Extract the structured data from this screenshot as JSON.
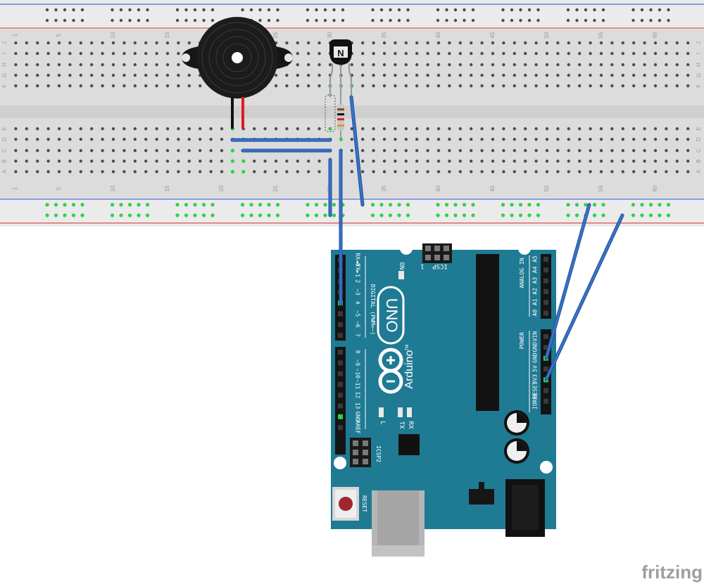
{
  "breadboard": {
    "column_numbers": [
      "1",
      "5",
      "10",
      "15",
      "20",
      "25",
      "30",
      "35",
      "40",
      "45",
      "50",
      "55",
      "60"
    ],
    "row_letters_top": [
      "J",
      "I",
      "H",
      "G",
      "F"
    ],
    "row_letters_bottom": [
      "E",
      "D",
      "C",
      "B",
      "A"
    ]
  },
  "transistor": {
    "label": "N"
  },
  "arduino": {
    "uno_text": "UNO",
    "brand_text": "Arduino",
    "trademark": "TM",
    "on_label": "ON",
    "icsp_label": "ICSP",
    "icsp_pin1": "1",
    "icsp2_label": "ICSP2",
    "digital_label": "DIGITAL (PWM=~)",
    "analog_label": "ANALOG IN",
    "power_label": "POWER",
    "reset_label": "RESET",
    "l_label": "L",
    "tx_label": "TX",
    "rx_label": "RX",
    "digital_pins": [
      "RX◄0",
      "TX►1",
      "2",
      "~3",
      "4",
      "~5",
      "~6",
      "7",
      "8",
      "~9",
      "~10",
      "~11",
      "12",
      "13",
      "GND",
      "AREF"
    ],
    "analog_pins": [
      "A5",
      "A4",
      "A3",
      "A2",
      "A1",
      "A0"
    ],
    "power_pins": [
      "VIN",
      "GND",
      "GND",
      "5V",
      "3V3",
      "RESET",
      "IOREF"
    ]
  },
  "watermark": "fritzing",
  "colors": {
    "board": "#1f7a93",
    "wire": "#3a73c6",
    "breadboard": "#dcdcdc",
    "breadboard_rail": "#ebebeb",
    "hole_connected": "#2fd14a",
    "rail_red": "#d12b2b",
    "rail_blue": "#2b49c9",
    "watermark": "#9e9e9e"
  }
}
